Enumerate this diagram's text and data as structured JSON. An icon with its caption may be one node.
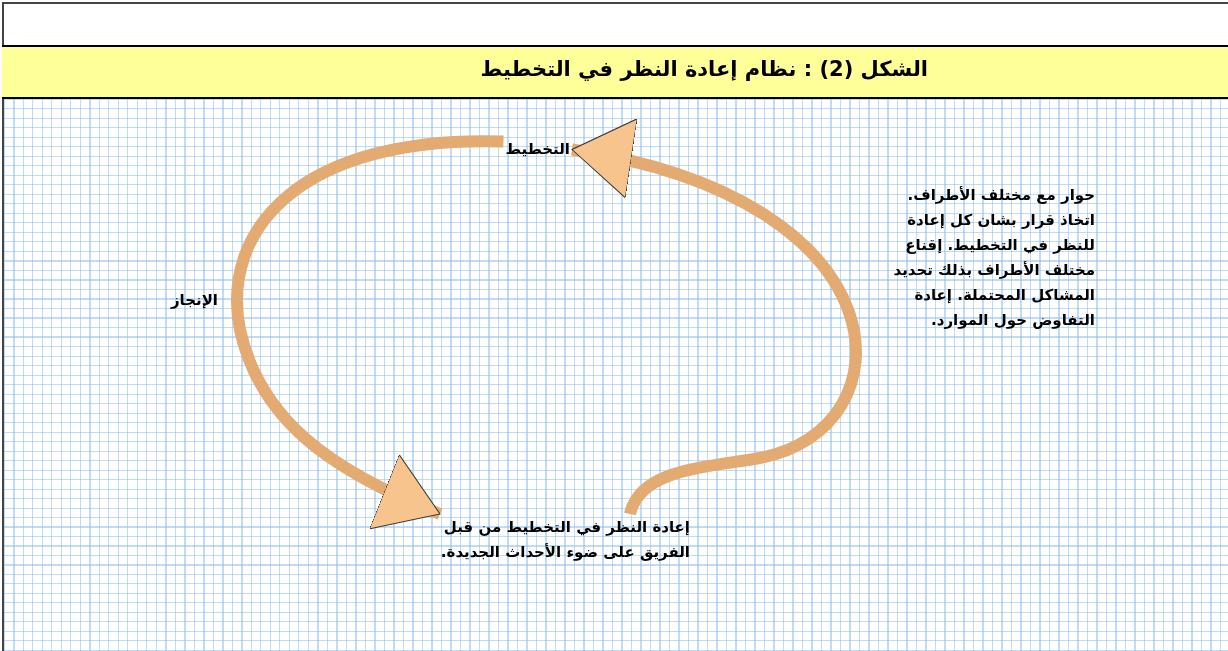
{
  "diagram": {
    "title": "الشكل (2) : نظام إعادة النظر في التخطيط",
    "nodes": [
      {
        "text": [
          "التخطيط"
        ]
      },
      {
        "text": [
          "إعادة النظر في التخطيط من قبل الفريق على ضوء الأحداث الجديدة."
        ]
      }
    ],
    "edges": [
      {
        "from": 0,
        "to": 1,
        "arrow": "to"
      },
      {
        "from": 1,
        "to": 0,
        "arrow": "to"
      }
    ],
    "labels": [
      "الإنجاز",
      "حوار مع مختلف الأطراف. اتخاذ قرار بشان كل إعادة للنظر في التخطيط. إقناع مختلف الأطراف بذلك تحديد المشاكل المحتملة. إعادة التفاوض حول الموارد."
    ]
  }
}
